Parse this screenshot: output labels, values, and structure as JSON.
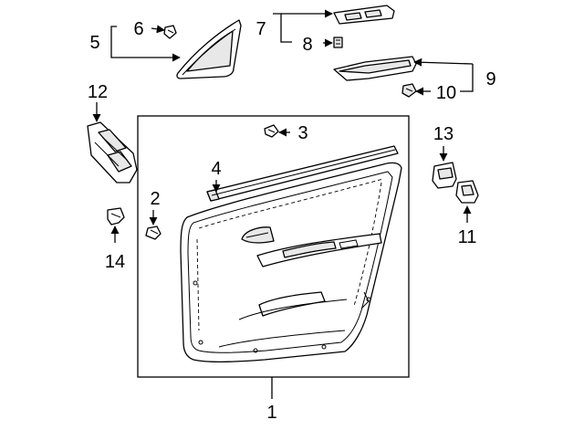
{
  "callouts": {
    "c1": "1",
    "c2": "2",
    "c3": "3",
    "c4": "4",
    "c5": "5",
    "c6": "6",
    "c7": "7",
    "c8": "8",
    "c9": "9",
    "c10": "10",
    "c11": "11",
    "c12": "12",
    "c13": "13",
    "c14": "14"
  },
  "parts": {
    "p1": "door-trim-panel",
    "p2": "push-clip",
    "p3": "retainer-clip",
    "p4": "belt-moulding-weatherstrip",
    "p5": "mirror-garnish-cover",
    "p6": "clip",
    "p7": "armrest-base-panel",
    "p8": "clip",
    "p9": "armrest-pad",
    "p10": "clip",
    "p11": "lock-switch",
    "p12": "power-window-switch",
    "p13": "window-switch",
    "p14": "clip"
  },
  "colors": {
    "line": "#000000",
    "background": "#ffffff",
    "shade": "#e8e8e8"
  }
}
